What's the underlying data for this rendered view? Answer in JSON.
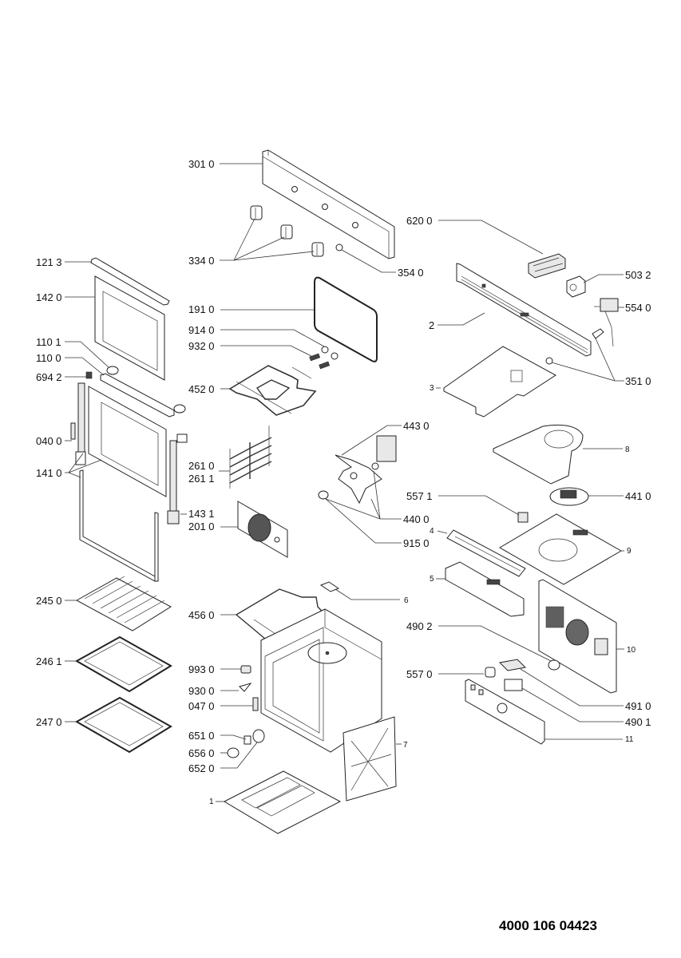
{
  "document": {
    "type": "exploded parts diagram",
    "doc_number": "4000 106 04423"
  },
  "labels": {
    "p3010": "301 0",
    "p3340": "334 0",
    "p3540": "354 0",
    "p6200": "620 0",
    "p5032": "503 2",
    "p5540": "554 0",
    "p2": "2",
    "p3510": "351 0",
    "p3": "3",
    "p1213": "121 3",
    "p1420": "142 0",
    "p1910": "191 0",
    "p9140": "914 0",
    "p9320": "932 0",
    "p1101": "110 1",
    "p1100": "110 0",
    "p6942": "694 2",
    "p4520": "452 0",
    "p4430": "443 0",
    "p8": "8",
    "p0400": "040 0",
    "p1410": "141 0",
    "p2610": "261 0",
    "p2611": "261 1",
    "p4410": "441 0",
    "p5571": "557 1",
    "p4400": "440 0",
    "p1431": "143 1",
    "p2010": "201 0",
    "p4": "4",
    "p9150": "915 0",
    "p9": "9",
    "p5": "5",
    "p2450": "245 0",
    "p4560": "456 0",
    "p6": "6",
    "p10": "10",
    "p4902": "490 2",
    "p2461": "246 1",
    "p9930": "993 0",
    "p5570": "557 0",
    "p9300": "930 0",
    "p4910": "491 0",
    "p0470": "047 0",
    "p4901": "490 1",
    "p2470": "247 0",
    "p6510": "651 0",
    "p11": "11",
    "p7": "7",
    "p6560": "656 0",
    "p6520": "652 0",
    "p1": "1"
  }
}
